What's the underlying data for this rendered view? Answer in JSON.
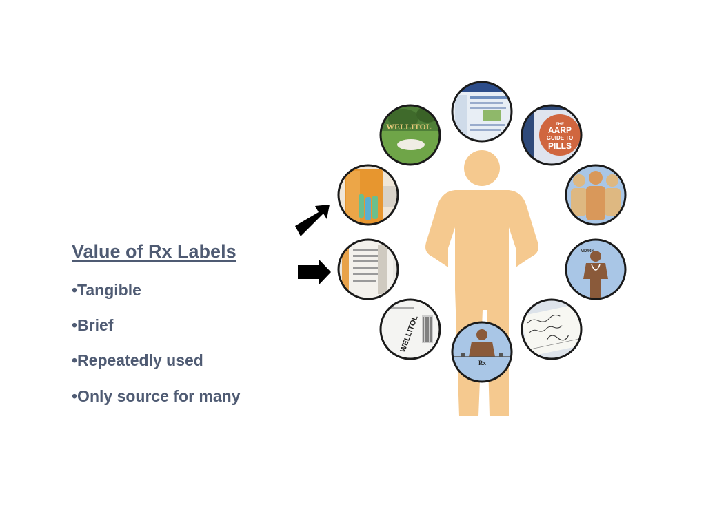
{
  "slide": {
    "heading": "Value of Rx Labels",
    "bullets": [
      "•Tangible",
      "•Brief",
      "•Repeatedly used",
      "•Only source for many"
    ]
  },
  "illustration": {
    "figure_color": "#f5c98f",
    "figure_accent": "#e8b56f",
    "arrow_color": "#000000",
    "badge_bg": "#a9c6e6",
    "pill_title": [
      "THE",
      "AARP",
      "GUIDE TO",
      "PILLS"
    ],
    "wellitol_text": "WELLITOL",
    "rx_text": "Rx",
    "md_text": "MD/RN"
  }
}
